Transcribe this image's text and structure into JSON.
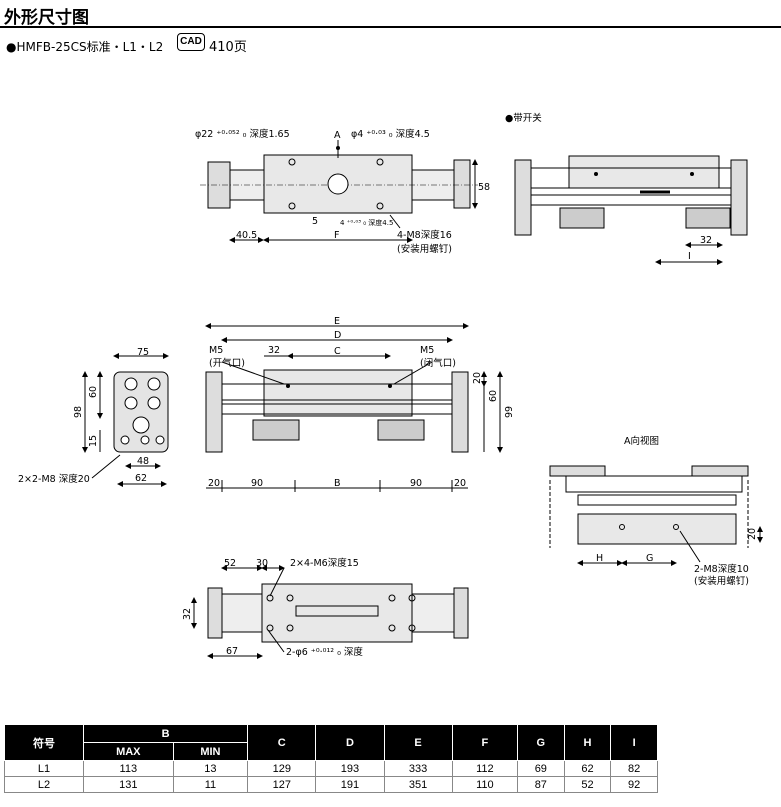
{
  "page": {
    "title": "外形尺寸图",
    "subtitle": "●HMFB-25CS标准・L1・L2",
    "cad_badge": "CAD",
    "cad_page": "410页"
  },
  "labels": {
    "top_hole_left": "φ22 ⁺⁰·⁰⁵² ₀ 深度1.65",
    "top_a": "A",
    "top_hole_right": "φ4 ⁺⁰·⁰³ ₀ 深度4.5",
    "top_58": "58",
    "top_5": "5",
    "top_4": "4 ⁺⁰·⁰³ ₀ 深度4.5",
    "top_405": "40.5",
    "top_f": "F",
    "top_m8": "4-M8深度16",
    "top_m8_note": "(安装用螺钉)",
    "switch": "●带开关",
    "switch_32": "32",
    "switch_i": "I",
    "side_75": "75",
    "side_60": "60",
    "side_98": "98",
    "side_15": "15",
    "side_48": "48",
    "side_62": "62",
    "side_m8": "2×2-M8 深度20",
    "front_e": "E",
    "front_d": "D",
    "front_c": "C",
    "front_32": "32",
    "front_m5_l": "M5",
    "front_m5_l2": "(开气口)",
    "front_m5_r": "M5",
    "front_m5_r2": "(闭气口)",
    "front_20": "20",
    "front_60": "60",
    "front_99": "99",
    "front_b_20l": "20",
    "front_b_90l": "90",
    "front_b_b": "B",
    "front_b_90r": "90",
    "front_b_20r": "20",
    "a_view": "A向视图",
    "a_20": "20",
    "a_h": "H",
    "a_g": "G",
    "a_m8": "2-M8深度10",
    "a_m8_note": "(安装用螺钉)",
    "bot_52": "52",
    "bot_30": "30",
    "bot_m6": "2×4-M6深度15",
    "bot_32": "32",
    "bot_67": "67",
    "bot_phi6": "2-φ6 ⁺⁰·⁰¹² ₀ 深度"
  },
  "table": {
    "headers": [
      "符号",
      "B",
      "C",
      "D",
      "E",
      "F",
      "G",
      "H",
      "I"
    ],
    "b_sub": [
      "MAX",
      "MIN"
    ],
    "rows": [
      {
        "sym": "L1",
        "bmax": "113",
        "bmin": "13",
        "c": "129",
        "d": "193",
        "e": "333",
        "f": "112",
        "g": "69",
        "h": "62",
        "i": "82"
      },
      {
        "sym": "L2",
        "bmax": "131",
        "bmin": "11",
        "c": "127",
        "d": "191",
        "e": "351",
        "f": "110",
        "g": "87",
        "h": "52",
        "i": "92"
      }
    ]
  }
}
